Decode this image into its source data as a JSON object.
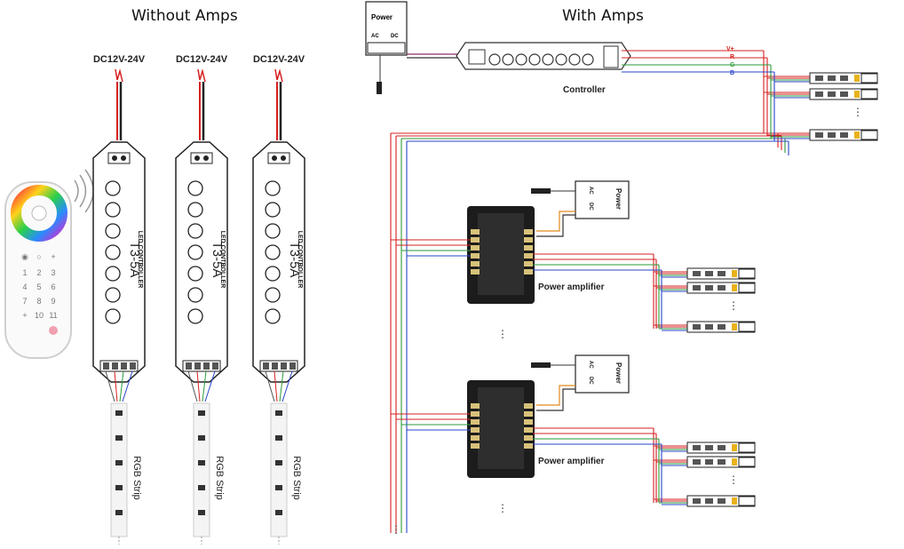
{
  "left": {
    "title": "Without Amps",
    "supply_label": "DC12V-24V",
    "controller_model": "T3-5A",
    "controller_label": "LED CONTROLLER",
    "strip_label": "RGB Strip"
  },
  "right": {
    "title": "With Amps",
    "power_label": "Power",
    "ac_label": "AC",
    "dc_label": "DC",
    "controller_label": "Controller",
    "channels": [
      "V+",
      "R",
      "G",
      "B"
    ],
    "amplifier_label": "Power amplifier"
  },
  "colors": {
    "v_plus": "#d62020",
    "red": "#d62020",
    "green": "#2a9a3a",
    "blue": "#2a44c8",
    "ac_wire": "#8a2a6a",
    "dc_wire": "#e08a1a"
  }
}
